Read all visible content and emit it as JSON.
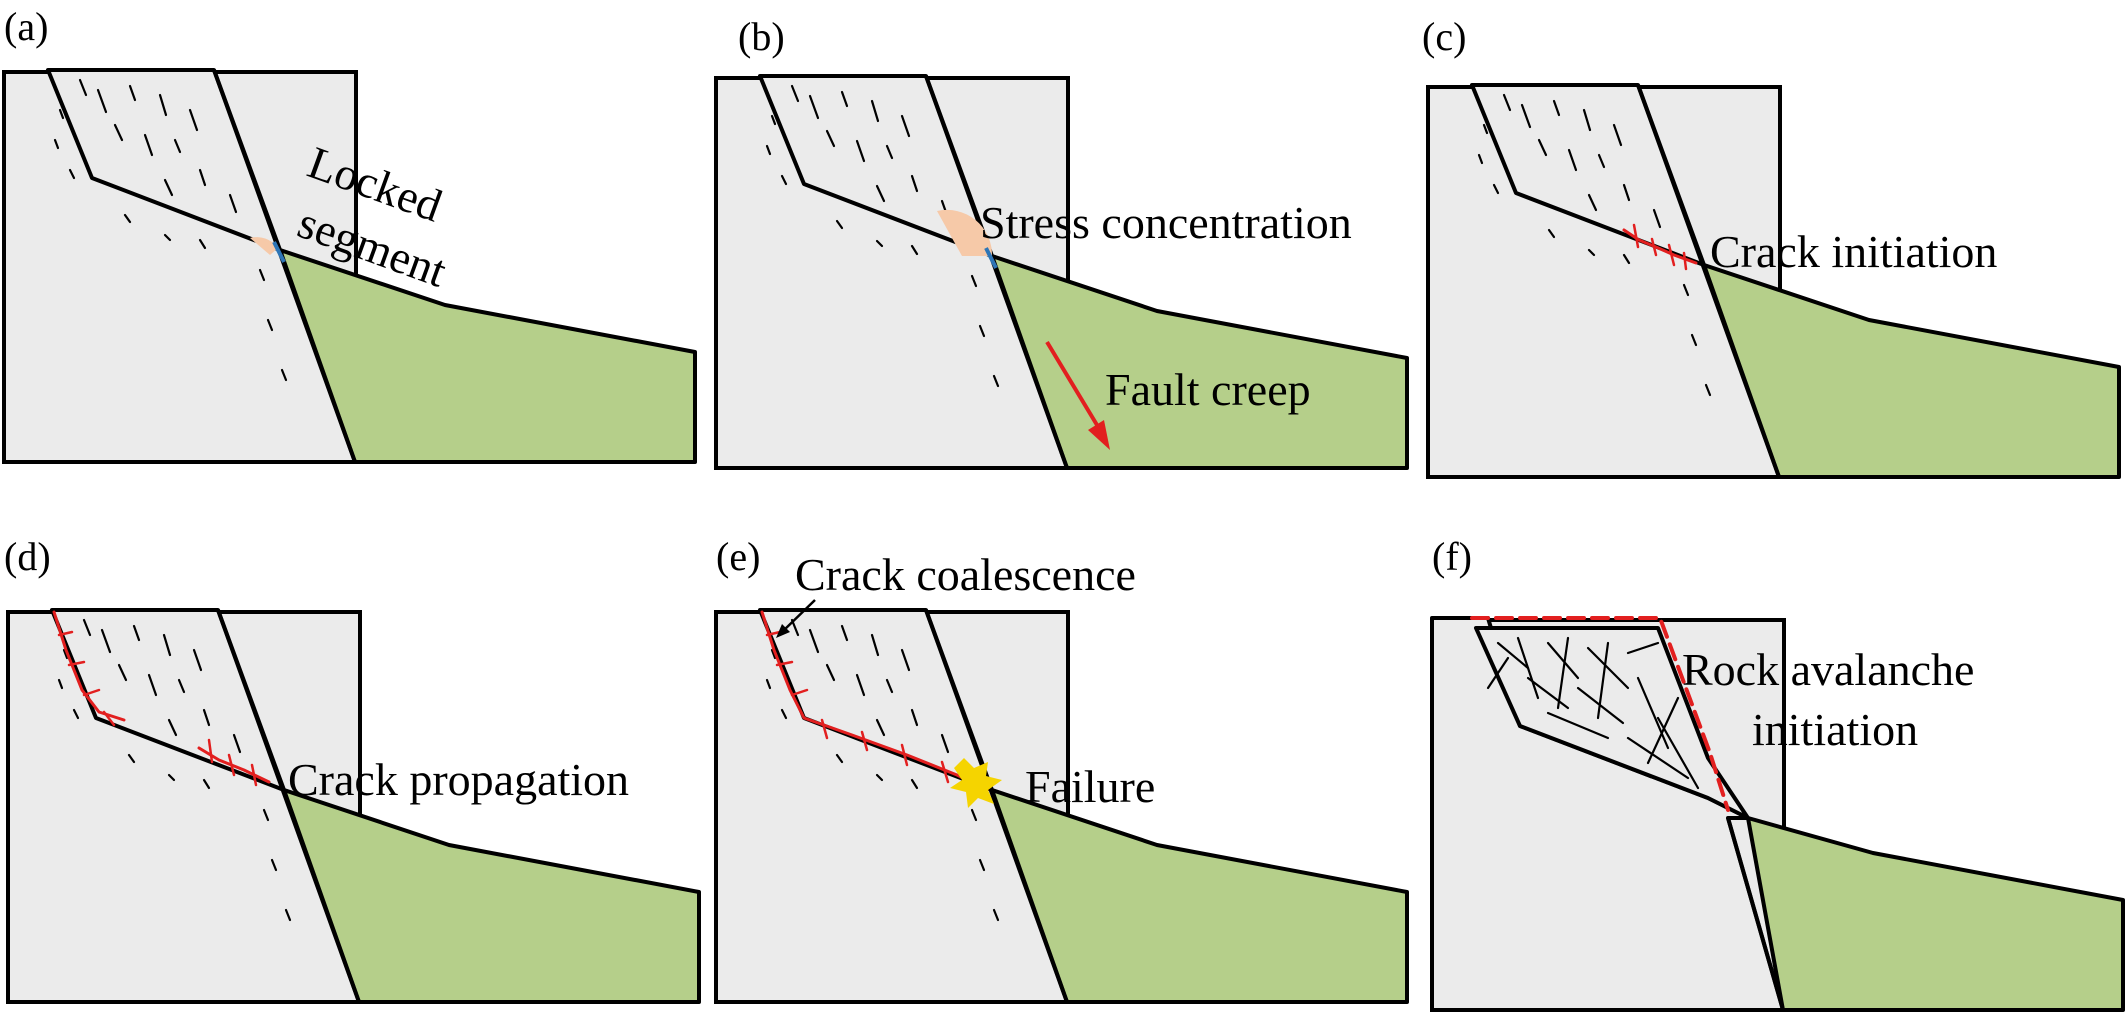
{
  "colors": {
    "rock": "#ebebeb",
    "toe": "#b5cf8a",
    "stress_zone": "#f6c9a8",
    "locked_segment": "#2e75b6",
    "crack": "#e21f1f",
    "failure": "#f5d400"
  },
  "panels": [
    {
      "letter": "(a)",
      "labels": [
        "Locked",
        "segment"
      ]
    },
    {
      "letter": "(b)",
      "labels": [
        "Stress concentration",
        "Fault creep"
      ]
    },
    {
      "letter": "(c)",
      "labels": [
        "Crack initiation"
      ]
    },
    {
      "letter": "(d)",
      "labels": [
        "Crack propagation"
      ]
    },
    {
      "letter": "(e)",
      "labels": [
        "Crack coalescence",
        "Failure"
      ]
    },
    {
      "letter": "(f)",
      "labels": [
        "Rock avalanche",
        "initiation"
      ]
    }
  ]
}
